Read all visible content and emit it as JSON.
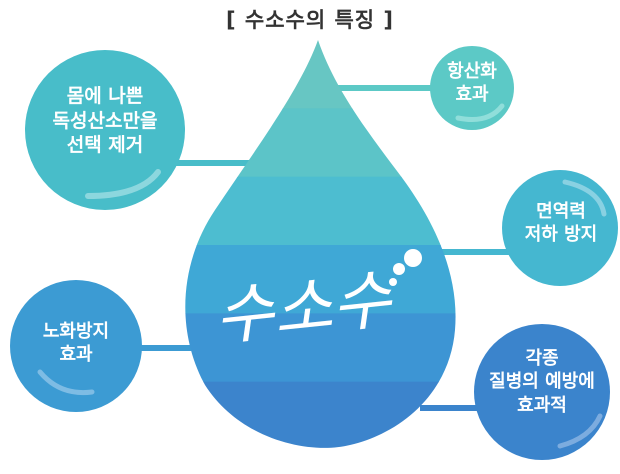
{
  "title": "[ 수소수의 특징 ]",
  "center_label": "수소수",
  "features": [
    {
      "text": "몸에 나쁜\n독성산소만을\n선택 제거",
      "color": "#48bdc9"
    },
    {
      "text": "항산화\n효과",
      "color": "#5cc9c6"
    },
    {
      "text": "면역력\n저하 방지",
      "color": "#45b7d0"
    },
    {
      "text": "노화방지\n효과",
      "color": "#3c9bd3"
    },
    {
      "text": "각종\n질병의 예방에\n효과적",
      "color": "#3b84cc"
    }
  ],
  "colors": {
    "drop_bands": [
      "#67c6c3",
      "#5cc4c8",
      "#4dbdd0",
      "#3fa8d6",
      "#3d95d4",
      "#3c84cc"
    ]
  }
}
